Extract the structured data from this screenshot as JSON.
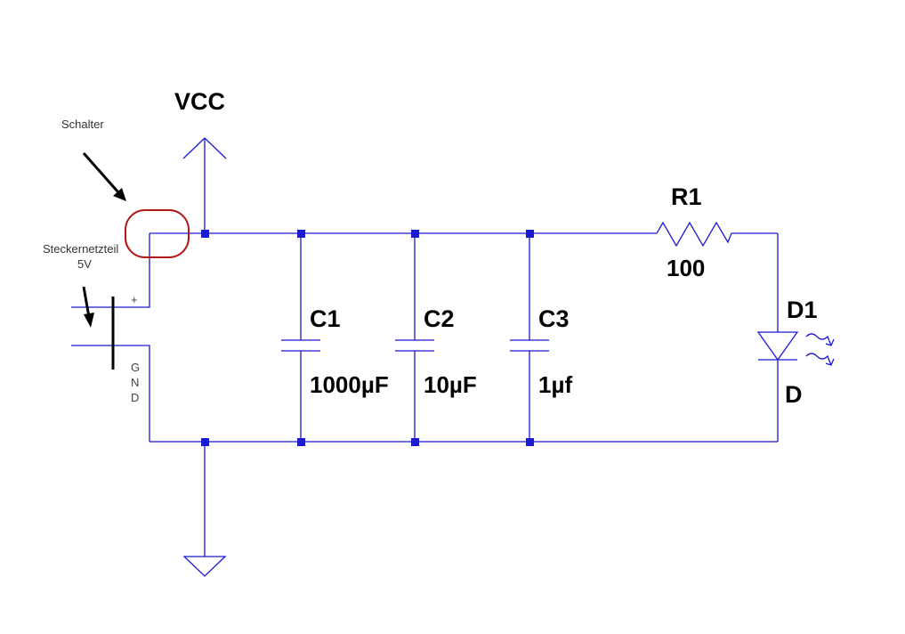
{
  "labels": {
    "vcc": "VCC",
    "switch_note": "Schalter",
    "psu_name": "Steckernetzteil",
    "psu_voltage": "5V",
    "plus": "+",
    "gnd_letters": [
      "G",
      "N",
      "D"
    ]
  },
  "components": {
    "c1": {
      "ref": "C1",
      "value": "1000µF"
    },
    "c2": {
      "ref": "C2",
      "value": "10µF"
    },
    "c3": {
      "ref": "C3",
      "value": "1µf"
    },
    "r1": {
      "ref": "R1",
      "value": "100"
    },
    "d1": {
      "ref": "D1",
      "value": "D"
    }
  },
  "colors": {
    "wire": "#1a1ad0",
    "highlight": "#b01818",
    "annotation": "#000000"
  },
  "icons": [
    "vcc-arrow-icon",
    "ground-icon",
    "capacitor-icon",
    "resistor-icon",
    "led-icon",
    "arrow-icon"
  ]
}
